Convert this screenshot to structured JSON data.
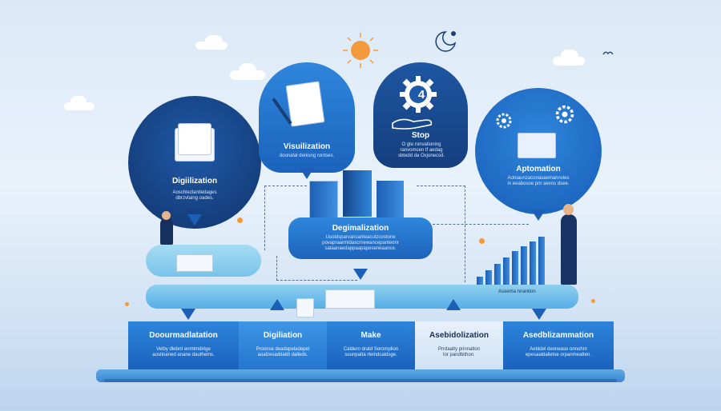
{
  "steps": {
    "digitalization": {
      "title": "Digiilization",
      "sub": "Aoschlezlantiedages\ndbrzvtaing oades."
    },
    "visualization": {
      "title": "Visuilization",
      "sub": "doonalal denisng rontses."
    },
    "stop": {
      "title": "Stop",
      "number": "4",
      "sub": "O gte ronvationing\nranvomcen tf aedag\nsbtedd da Oxjonecsd."
    },
    "automation": {
      "title": "Aptomation",
      "sub": "Aotoaunzaconasaemannvies\nin eeabosoe pnr aevos dsee."
    },
    "center": {
      "title": "Degimalization",
      "sub": "Uuoldsparvancanteacutzcostone\npovapraarmidascrnewancepanteonr\nsataanaedappaapapeseneaance."
    }
  },
  "platform_label": "Asoema nnantion",
  "bottom": [
    {
      "title": "Doourmadlatation",
      "sub": "Velby dlebrd enmtmdirige\naostinaned anane dauthems."
    },
    {
      "title": "Digiliation",
      "sub": "Prosnse deadapeladepel\naoalzesaddaldt dalleds."
    },
    {
      "title": "Make",
      "sub": "Caldern dratd Soromplion\nsounpatta rteindcaldsge."
    },
    {
      "title": "Asebidolization",
      "sub": "Prrdaalty prinnalton\nlor pandbithon."
    },
    {
      "title": "Asedblizammation",
      "sub": "Aebidel deoneaso onnohm\nepesaaldalletse orpanmeatten."
    }
  ],
  "colors": {
    "dark": "#153f7e",
    "blue": "#1d67c0",
    "light": "#8fd0f0",
    "accent": "#f39a3c"
  }
}
